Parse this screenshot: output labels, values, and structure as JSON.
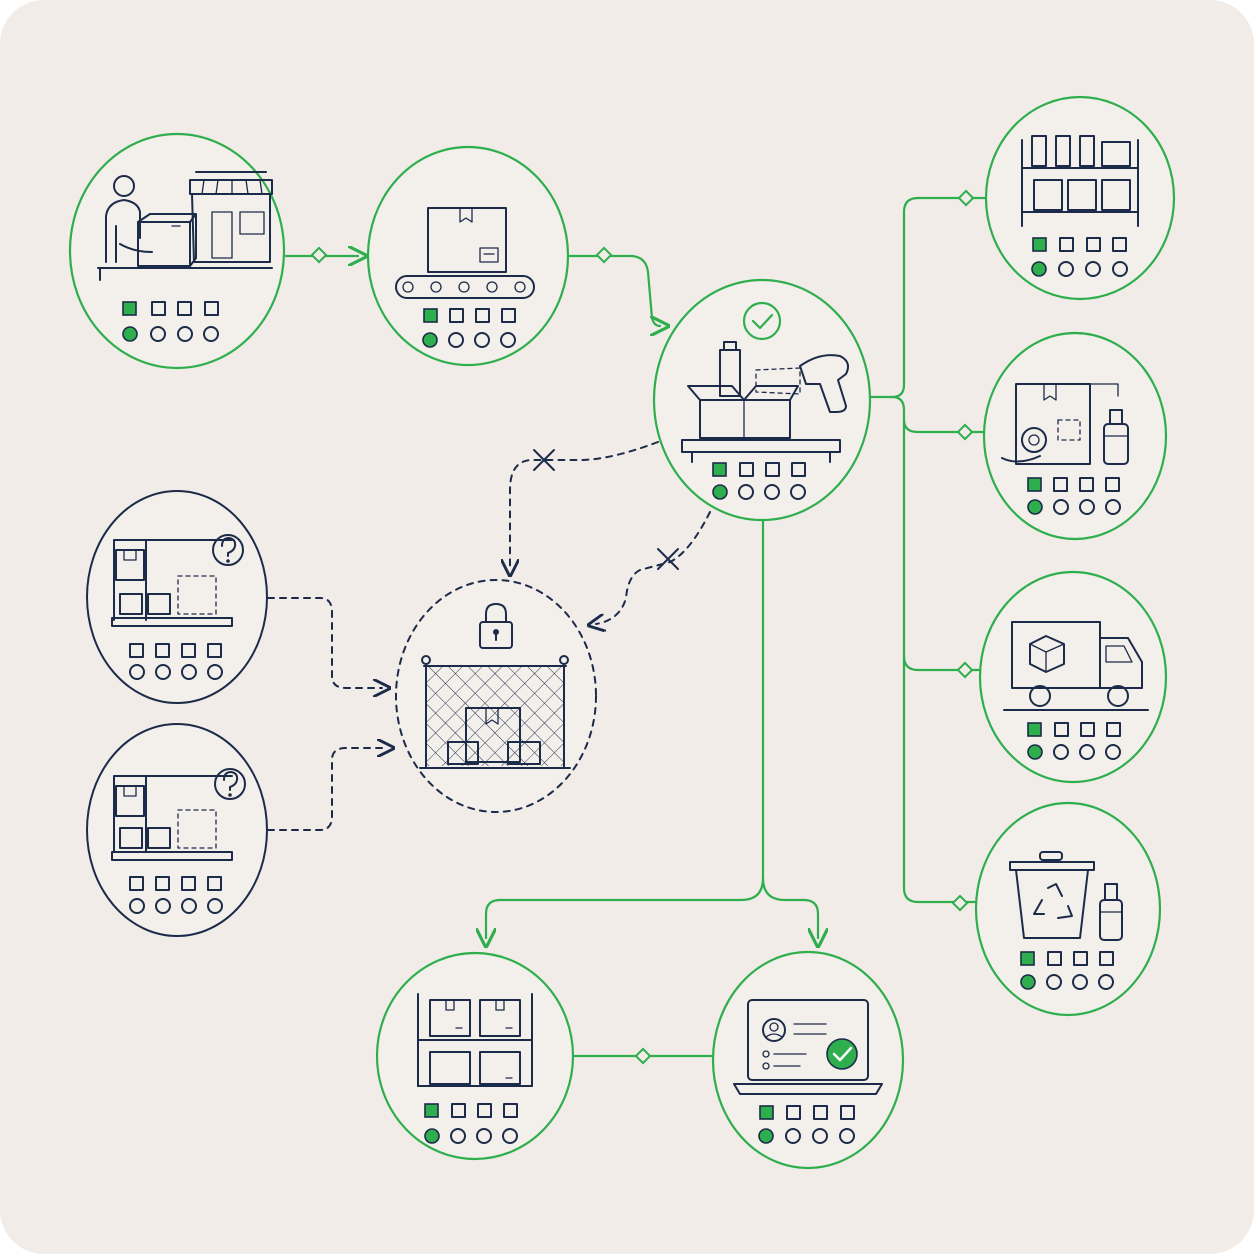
{
  "colors": {
    "background": "#f1ece7",
    "page": "#ffffff",
    "accent_green": "#2fae4e",
    "ink_navy": "#1c2b4a"
  },
  "nodes": [
    {
      "id": "retail-return-counter",
      "icon": "person-box-storefront-icon",
      "status": "active",
      "step_indicator": {
        "filled_squares": 1,
        "filled_circles": 1,
        "total": 4
      }
    },
    {
      "id": "conveyor-intake",
      "icon": "box-conveyor-icon",
      "status": "active",
      "step_indicator": {
        "filled_squares": 1,
        "filled_circles": 1,
        "total": 4
      }
    },
    {
      "id": "inspection-scan",
      "icon": "open-box-scanner-check-icon",
      "status": "active",
      "step_indicator": {
        "filled_squares": 1,
        "filled_circles": 1,
        "total": 4
      }
    },
    {
      "id": "restock-shelf",
      "icon": "shelf-bottles-boxes-icon",
      "status": "active",
      "step_indicator": {
        "filled_squares": 1,
        "filled_circles": 1,
        "total": 4
      }
    },
    {
      "id": "repackage",
      "icon": "box-tape-bottle-icon",
      "status": "active",
      "step_indicator": {
        "filled_squares": 1,
        "filled_circles": 1,
        "total": 4
      }
    },
    {
      "id": "ship-out",
      "icon": "delivery-truck-icon",
      "status": "active",
      "step_indicator": {
        "filled_squares": 1,
        "filled_circles": 1,
        "total": 4
      }
    },
    {
      "id": "recycle",
      "icon": "recycle-bin-bottle-icon",
      "status": "active",
      "step_indicator": {
        "filled_squares": 1,
        "filled_circles": 1,
        "total": 4
      }
    },
    {
      "id": "warehouse-storage",
      "icon": "warehouse-rack-icon",
      "status": "active",
      "step_indicator": {
        "filled_squares": 1,
        "filled_circles": 1,
        "total": 4
      }
    },
    {
      "id": "system-record",
      "icon": "laptop-profile-check-icon",
      "status": "active",
      "step_indicator": {
        "filled_squares": 1,
        "filled_circles": 1,
        "total": 4
      }
    },
    {
      "id": "unknown-item-a",
      "icon": "shelf-question-icon",
      "status": "pending",
      "step_indicator": {
        "filled_squares": 0,
        "filled_circles": 0,
        "total": 4
      }
    },
    {
      "id": "unknown-item-b",
      "icon": "shelf-question-icon",
      "status": "pending",
      "step_indicator": {
        "filled_squares": 0,
        "filled_circles": 0,
        "total": 4
      }
    },
    {
      "id": "quarantine-cage",
      "icon": "locked-cage-icon",
      "status": "pending",
      "step_indicator": {
        "filled_squares": 0,
        "filled_circles": 0,
        "total": 0
      }
    }
  ],
  "connections": [
    {
      "from": "retail-return-counter",
      "to": "conveyor-intake",
      "style": "solid",
      "marker": "diamond"
    },
    {
      "from": "conveyor-intake",
      "to": "inspection-scan",
      "style": "solid",
      "marker": "diamond"
    },
    {
      "from": "inspection-scan",
      "to": "restock-shelf",
      "style": "solid",
      "marker": "diamond"
    },
    {
      "from": "inspection-scan",
      "to": "repackage",
      "style": "solid",
      "marker": "diamond"
    },
    {
      "from": "inspection-scan",
      "to": "ship-out",
      "style": "solid",
      "marker": "diamond"
    },
    {
      "from": "inspection-scan",
      "to": "recycle",
      "style": "solid",
      "marker": "diamond"
    },
    {
      "from": "inspection-scan",
      "to": "warehouse-storage",
      "style": "solid",
      "marker": "arrow"
    },
    {
      "from": "inspection-scan",
      "to": "system-record",
      "style": "solid",
      "marker": "arrow"
    },
    {
      "from": "warehouse-storage",
      "to": "system-record",
      "style": "solid",
      "marker": "diamond"
    },
    {
      "from": "inspection-scan",
      "to": "quarantine-cage",
      "style": "dashed",
      "marker": "blocked-x"
    },
    {
      "from": "inspection-scan",
      "to": "quarantine-cage",
      "style": "dashed",
      "marker": "blocked-x"
    },
    {
      "from": "unknown-item-a",
      "to": "quarantine-cage",
      "style": "dashed",
      "marker": "arrow"
    },
    {
      "from": "unknown-item-b",
      "to": "quarantine-cage",
      "style": "dashed",
      "marker": "arrow"
    }
  ]
}
